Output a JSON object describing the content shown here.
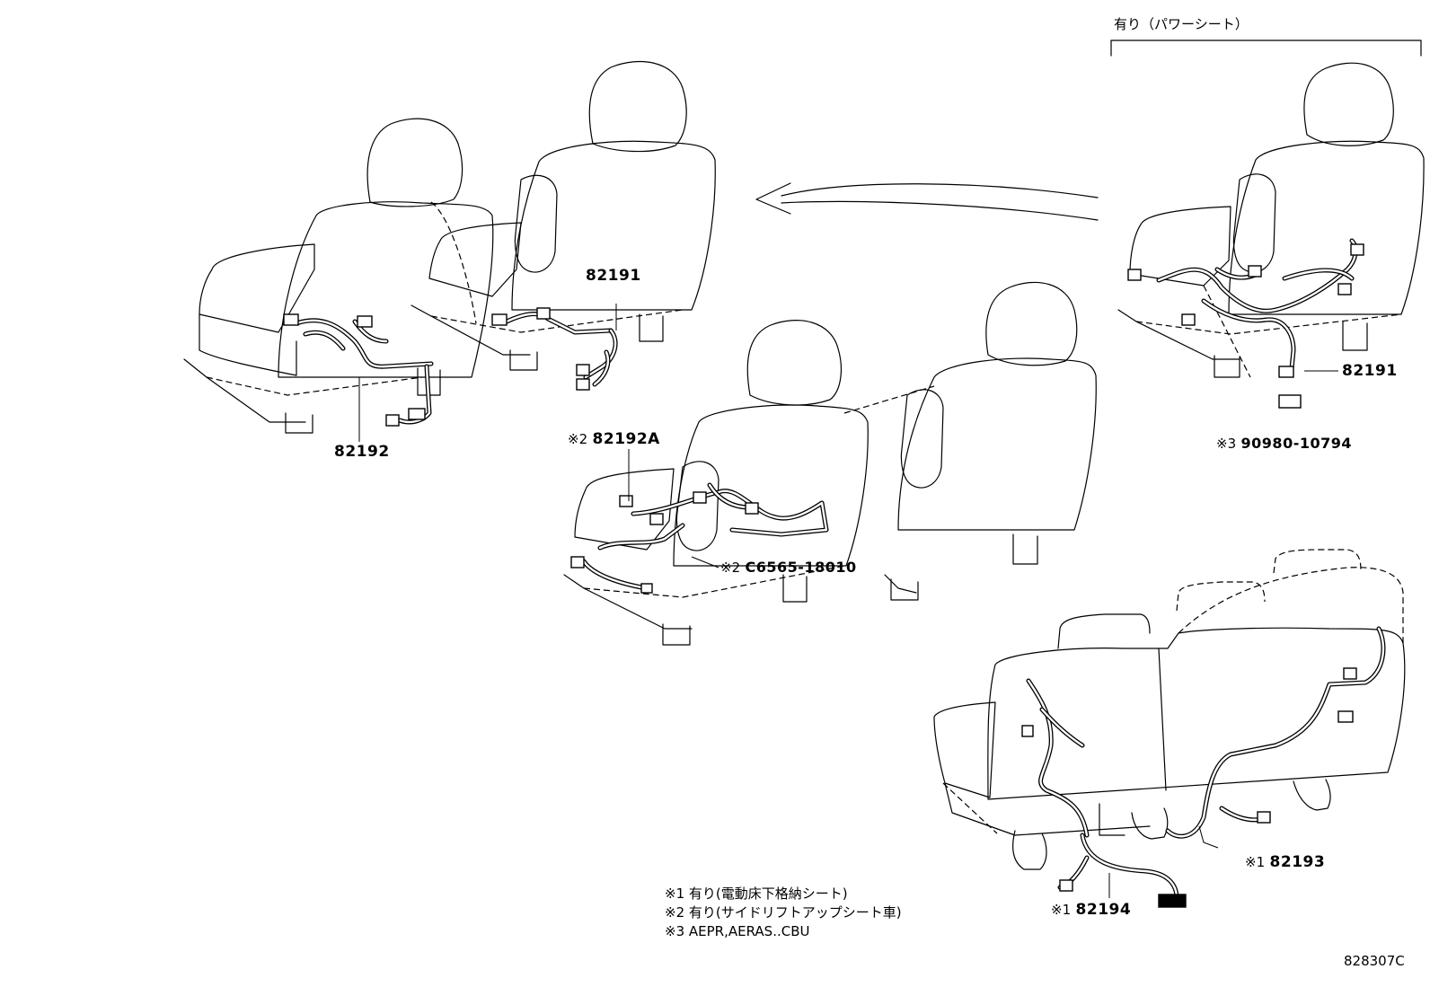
{
  "header": {
    "power_seat": "有り（パワーシート）"
  },
  "callouts": {
    "c82191_a": {
      "part": "82191"
    },
    "c82192": {
      "part": "82192"
    },
    "c82192A": {
      "mark": "※2",
      "part": "82192A"
    },
    "cC6565": {
      "mark": "※2",
      "part": "C6565-18010"
    },
    "c82191_b": {
      "part": "82191"
    },
    "c90980": {
      "mark": "※3",
      "part": "90980-10794"
    },
    "c82193": {
      "mark": "※1",
      "part": "82193"
    },
    "c82194": {
      "mark": "※1",
      "part": "82194"
    }
  },
  "notes": [
    "※1 有り(電動床下格納シート)",
    "※2 有り(サイドリフトアップシート車)",
    "※3 AEPR,AERAS..CBU"
  ],
  "figure_id": "828307C"
}
